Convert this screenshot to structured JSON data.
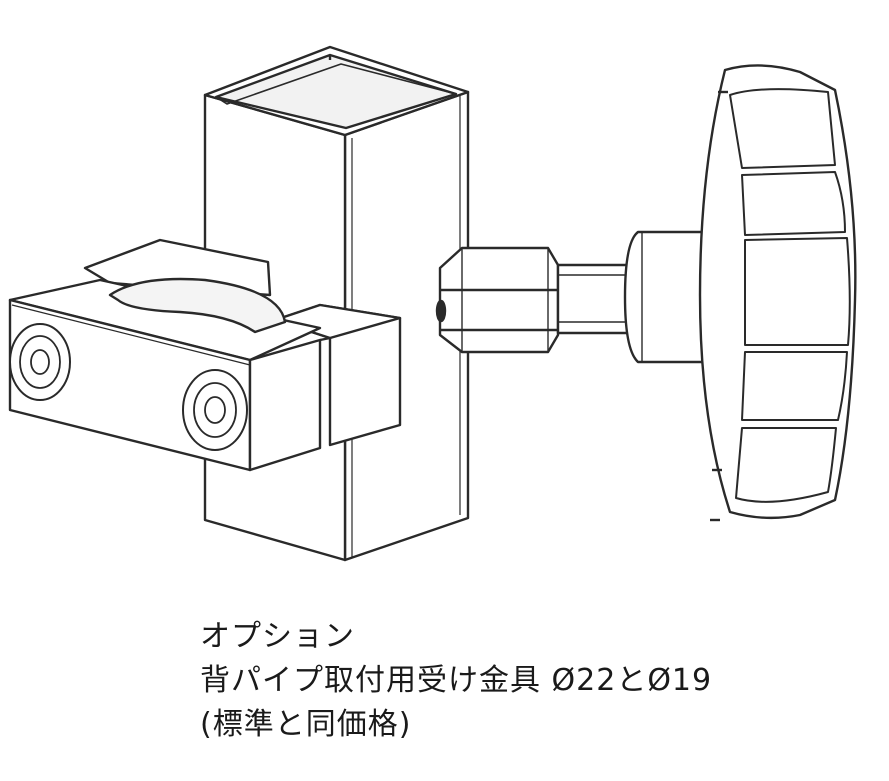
{
  "caption": {
    "line1": "オプション",
    "line2": "背パイプ取付用受け金具 Ø22とØ19",
    "line3": "(標準と同価格)"
  },
  "colors": {
    "stroke": "#2a2a2a",
    "fill": "#ffffff",
    "shade": "#e6e6e6"
  }
}
